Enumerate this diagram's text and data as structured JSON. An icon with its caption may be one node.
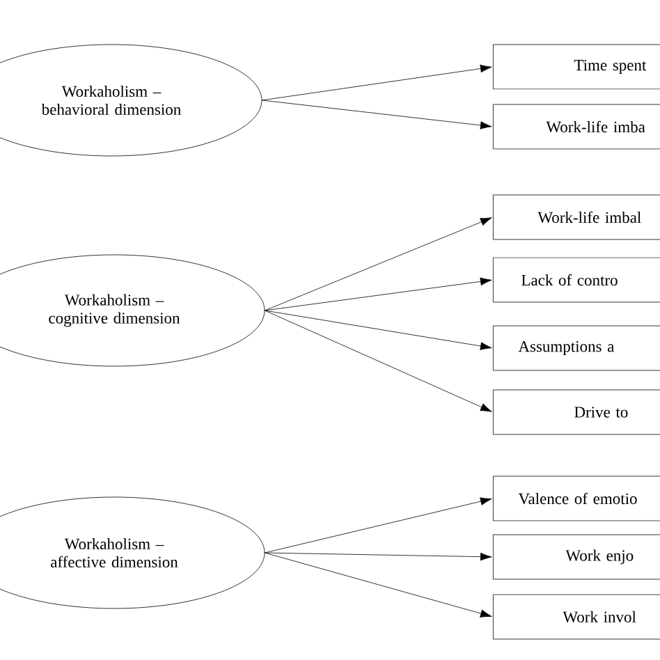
{
  "diagram": {
    "nodes": [
      {
        "text": [
          "Workaholism – behavioral dimension"
        ]
      },
      {
        "text": [
          "Time spent"
        ]
      },
      {
        "text": [
          "Work-life imba"
        ]
      },
      {
        "text": [
          "Workaholism – cognitive dimension"
        ]
      },
      {
        "text": [
          "Work-life imbal"
        ]
      },
      {
        "text": [
          "Lack of contro"
        ]
      },
      {
        "text": [
          "Assumptions a"
        ]
      },
      {
        "text": [
          "Drive to"
        ]
      },
      {
        "text": [
          "Workaholism – affective dimension"
        ]
      },
      {
        "text": [
          "Valence of emotio"
        ]
      },
      {
        "text": [
          "Work enjo"
        ]
      },
      {
        "text": [
          "Work invol"
        ]
      }
    ],
    "edges": [
      {
        "from": 0,
        "to": 1,
        "arrow": "to"
      },
      {
        "from": 0,
        "to": 2,
        "arrow": "to"
      },
      {
        "from": 3,
        "to": 4,
        "arrow": "to"
      },
      {
        "from": 3,
        "to": 5,
        "arrow": "to"
      },
      {
        "from": 3,
        "to": 6,
        "arrow": "to"
      },
      {
        "from": 3,
        "to": 7,
        "arrow": "to"
      },
      {
        "from": 8,
        "to": 9,
        "arrow": "to"
      },
      {
        "from": 8,
        "to": 10,
        "arrow": "to"
      },
      {
        "from": 8,
        "to": 11,
        "arrow": "to"
      }
    ]
  }
}
